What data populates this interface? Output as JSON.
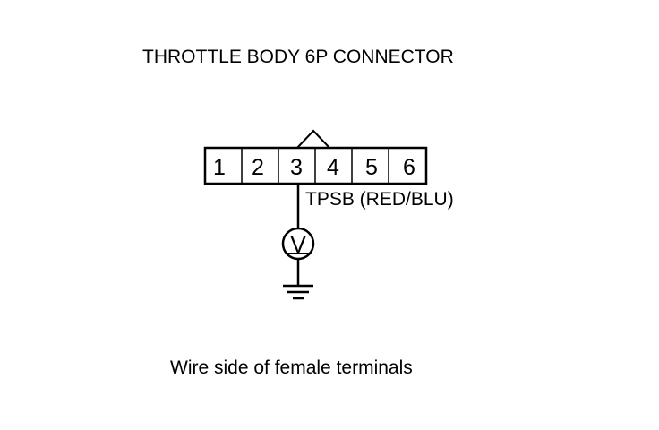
{
  "diagram": {
    "title": "THROTTLE BODY 6P CONNECTOR",
    "connector": {
      "terminals": [
        "1",
        "2",
        "3",
        "4",
        "5",
        "6"
      ]
    },
    "wire_label": "TPSB (RED/BLU)",
    "meter_symbol": "V",
    "caption": "Wire side of female terminals",
    "ground_icon": "ground-icon"
  }
}
